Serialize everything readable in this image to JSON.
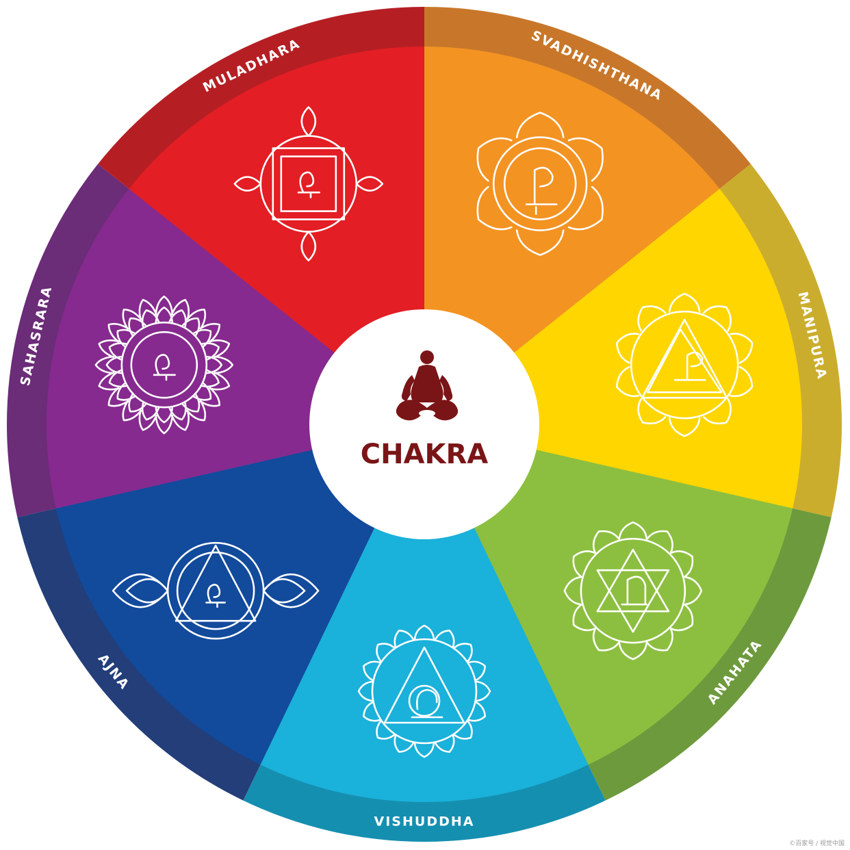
{
  "center": {
    "title": "CHAKRA",
    "icon": "meditation-figure-icon",
    "color": "#7a1517"
  },
  "chakras": [
    {
      "id": "muladhara",
      "label": "MULADHARA",
      "symbol": "four-petal-lotus-square-icon",
      "inner_color": "#e31e24",
      "outer_color": "#b51f24"
    },
    {
      "id": "svadhishthana",
      "label": "SVADHISHTHANA",
      "symbol": "six-petal-lotus-icon",
      "inner_color": "#f39322",
      "outer_color": "#c8772a"
    },
    {
      "id": "manipura",
      "label": "MANIPURA",
      "symbol": "ten-petal-lotus-triangle-icon",
      "inner_color": "#ffd600",
      "outer_color": "#cbad2e"
    },
    {
      "id": "anahata",
      "label": "ANAHATA",
      "symbol": "twelve-petal-lotus-hexagram-icon",
      "inner_color": "#8cbf3f",
      "outer_color": "#6d9a3d"
    },
    {
      "id": "vishuddha",
      "label": "VISHUDDHA",
      "symbol": "sixteen-petal-lotus-triangle-icon",
      "inner_color": "#1ab1da",
      "outer_color": "#158fb0"
    },
    {
      "id": "ajna",
      "label": "AJNA",
      "symbol": "two-petal-eye-triangle-icon",
      "inner_color": "#124a9c",
      "outer_color": "#233e79"
    },
    {
      "id": "sahasrara",
      "label": "SAHASRARA",
      "symbol": "thousand-petal-lotus-icon",
      "inner_color": "#862a8f",
      "outer_color": "#6b2c78"
    }
  ],
  "watermark": "©百家号 / 视觉中国"
}
